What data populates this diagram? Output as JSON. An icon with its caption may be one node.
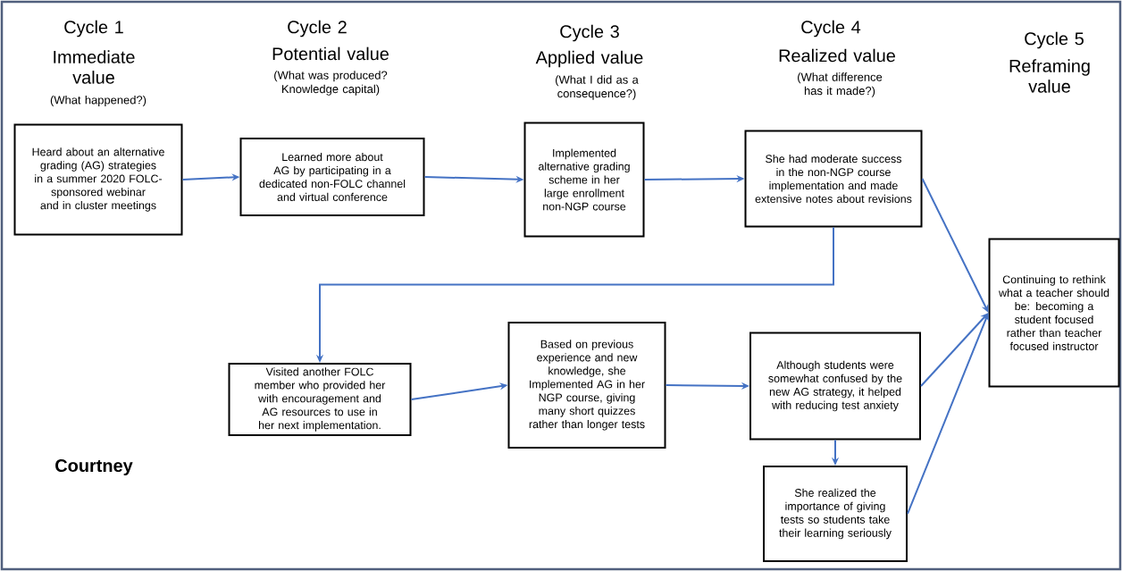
{
  "diagram": {
    "nodes": [
      {
        "text": [
          "Heard about an alternative grading (AG) strategies in a summer 2020 FOLC-sponsored webinar and in cluster meetings"
        ]
      },
      {
        "text": [
          "Learned more about AG by participating in a dedicated non-FOLC channel and virtual conference"
        ]
      },
      {
        "text": [
          "Implemented alternative grading scheme in her large enrollment non-NGP course"
        ]
      },
      {
        "text": [
          "She had moderate success in the non-NGP course implementation and made extensive notes about revisions"
        ]
      },
      {
        "text": [
          "Continuing to rethink what a teacher should be: becoming a student focused rather than teacher focused instructor"
        ]
      },
      {
        "text": [
          "Visited another FOLC member who provided her with encouragement and AG resources to use in her next implementation."
        ]
      },
      {
        "text": [
          "Based on previous experience and new knowledge, she Implemented AG in her NGP course, giving many short quizzes rather than longer tests"
        ]
      },
      {
        "text": [
          "Although students were somewhat confused by the new AG strategy, it helped with reducing test anxiety"
        ]
      },
      {
        "text": [
          "She realized the importance of giving tests so students take their learning seriously"
        ]
      }
    ],
    "edges": [
      {
        "from": 0,
        "to": 1,
        "arrow": "to"
      },
      {
        "from": 1,
        "to": 2,
        "arrow": "to"
      },
      {
        "from": 2,
        "to": 3,
        "arrow": "to"
      },
      {
        "from": 3,
        "to": 4,
        "arrow": "to"
      },
      {
        "from": 3,
        "to": 5,
        "arrow": "to"
      },
      {
        "from": 5,
        "to": 6,
        "arrow": "to"
      },
      {
        "from": 6,
        "to": 7,
        "arrow": "to"
      },
      {
        "from": 7,
        "to": 4,
        "arrow": "to"
      },
      {
        "from": 7,
        "to": 8,
        "arrow": "to"
      },
      {
        "from": 8,
        "to": 4,
        "arrow": "to"
      }
    ],
    "labels": [
      "Cycle 1",
      "Immediate value",
      "(What happened?)",
      "Cycle 2",
      "Potential value",
      "(What was produced? Knowledge capital)",
      "Cycle 3",
      "Applied value",
      "(What I did as a consequence?)",
      "Cycle 4",
      "Realized value",
      "(What difference has it made?)",
      "Cycle 5",
      "Reframing value",
      "Courtney"
    ]
  }
}
